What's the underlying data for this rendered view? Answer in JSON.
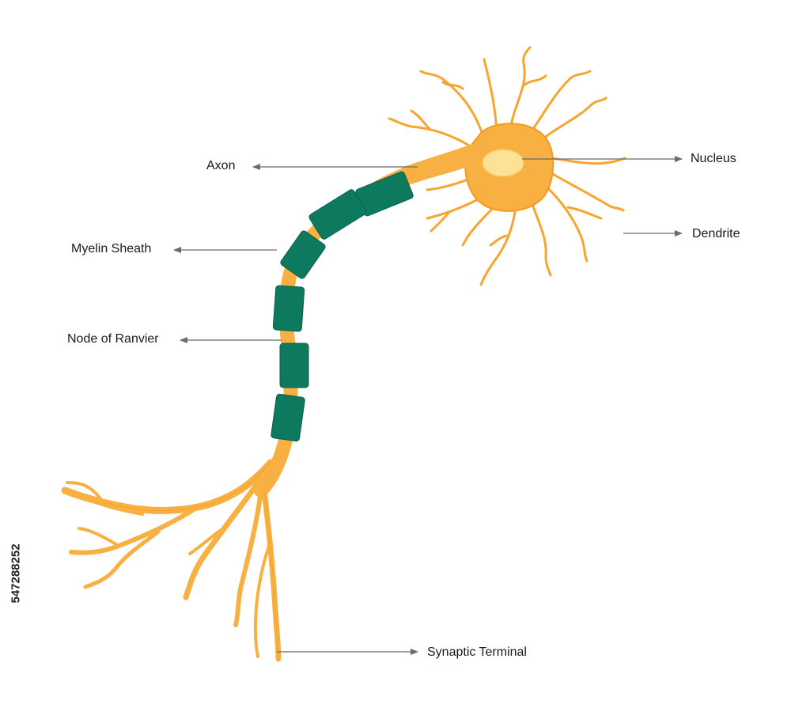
{
  "labels": {
    "axon": "Axon",
    "myelin_sheath": "Myelin Sheath",
    "node_of_ranvier": "Node of Ranvier",
    "nucleus": "Nucleus",
    "dendrite": "Dendrite",
    "synaptic_terminal": "Synaptic Terminal"
  },
  "watermark": "547288252",
  "colors": {
    "neuron_body": "#f8b042",
    "neuron_outline": "#f39a20",
    "nucleus": "#fde295",
    "myelin": "#0d7a5f",
    "arrow": "#6b6b6b",
    "text": "#1a1a1a"
  }
}
